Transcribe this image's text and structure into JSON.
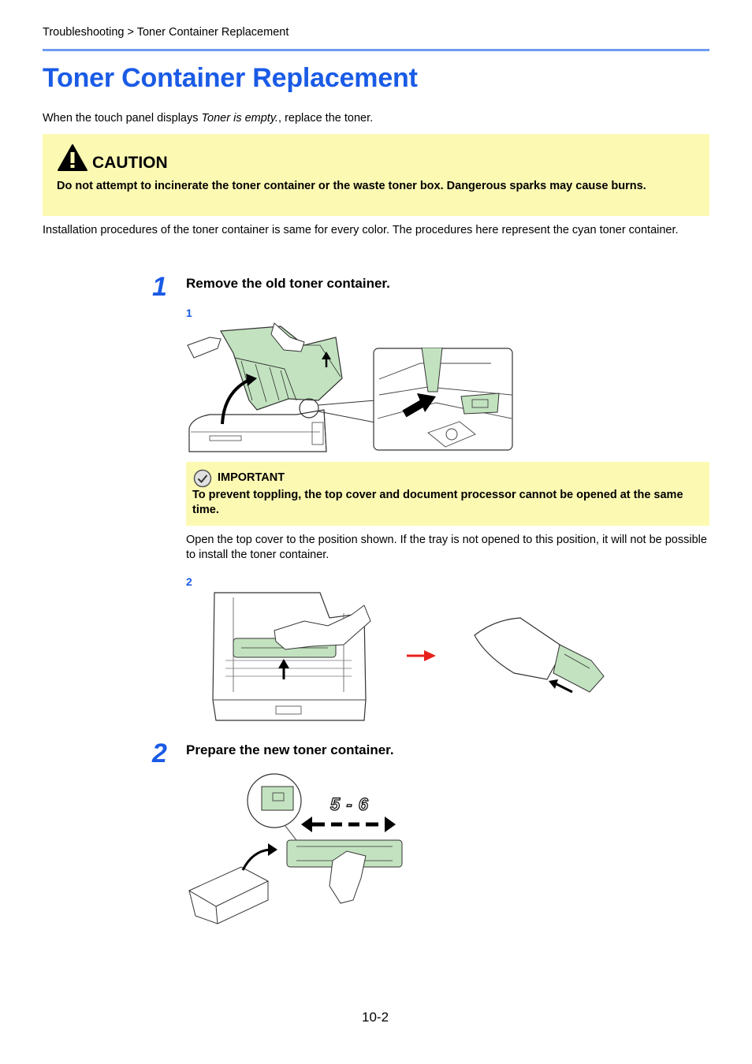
{
  "breadcrumb": "Troubleshooting > Toner Container Replacement",
  "page_title": "Toner Container Replacement",
  "intro": {
    "prefix": "When the touch panel displays ",
    "message": "Toner is empty.",
    "suffix": ", replace the toner."
  },
  "caution": {
    "heading": "CAUTION",
    "text": "Do not attempt to incinerate the toner container or the waste toner box. Dangerous sparks may cause burns."
  },
  "install_note": "Installation procedures of the toner container is same for every color. The procedures here represent the cyan toner container.",
  "steps": [
    {
      "number": "1",
      "title": "Remove the old toner container.",
      "sub_1": "1",
      "important": {
        "heading": "IMPORTANT",
        "text": "To prevent toppling, the top cover and document processor cannot be opened at the same time."
      },
      "note": "Open the top cover to the position shown. If the tray is not opened to this position, it will not be possible to install the toner container.",
      "sub_2": "2"
    },
    {
      "number": "2",
      "title": "Prepare the new toner container.",
      "shake_label": "5 - 6"
    }
  ],
  "page_number": "10-2",
  "colors": {
    "accent_blue": "#1a5be6",
    "note_yellow": "#fcf9b3",
    "toner_green": "#c3e3c0",
    "arrow_red": "#e8211c"
  }
}
